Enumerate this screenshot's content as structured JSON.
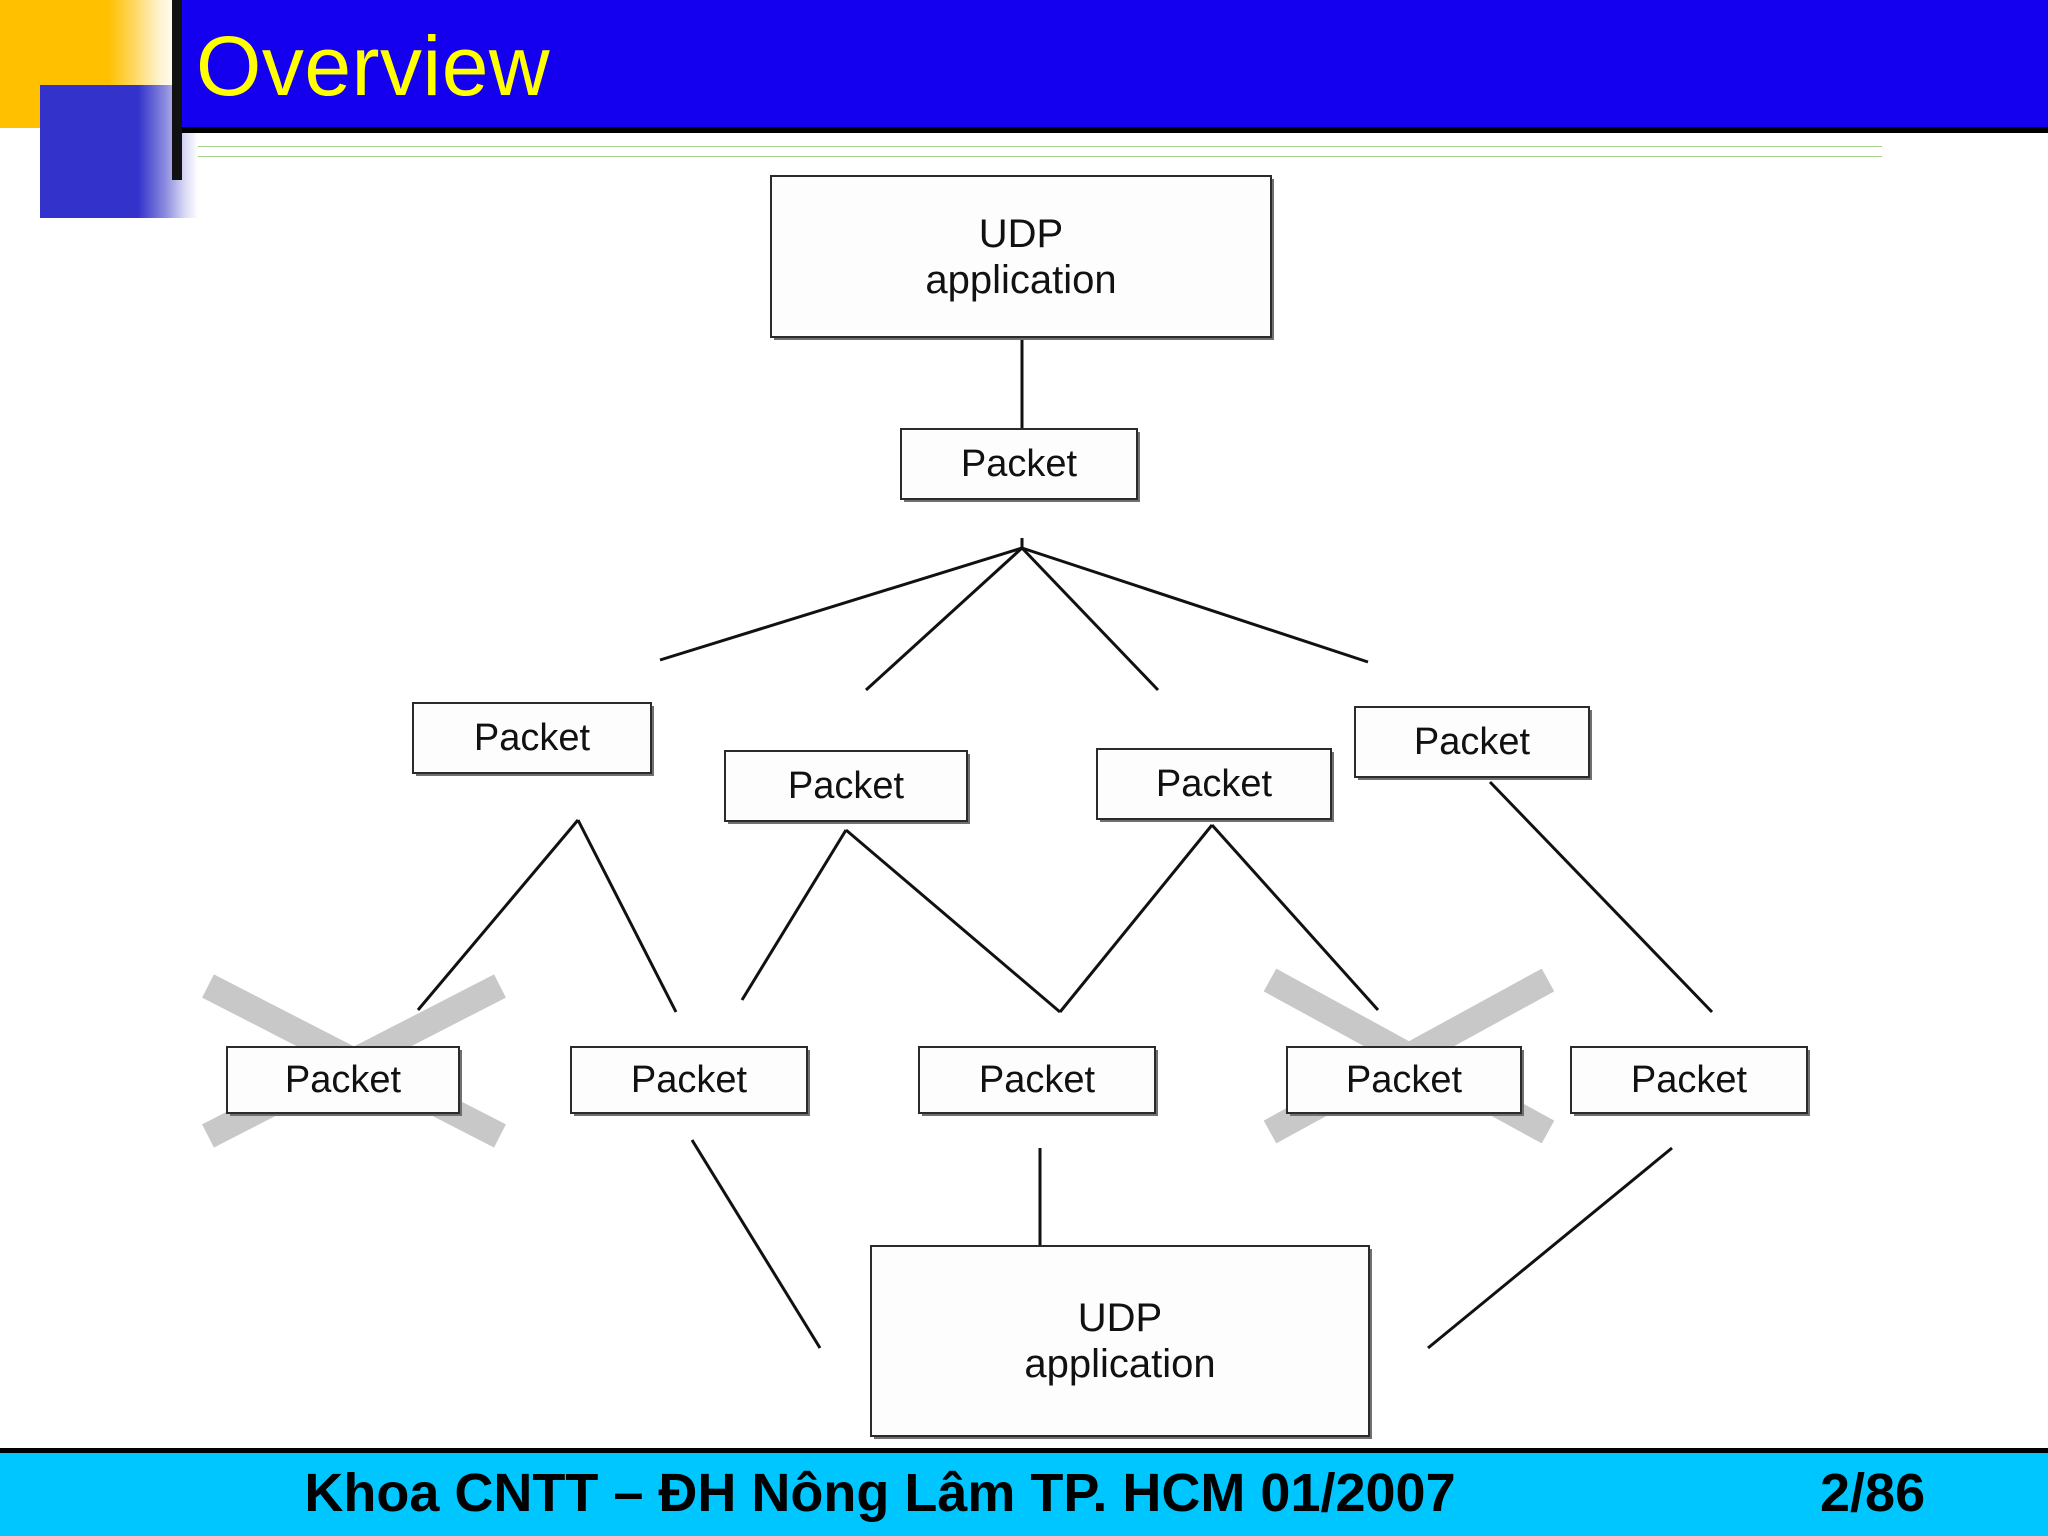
{
  "slide": {
    "title": "Overview",
    "title_color": "#FFFF00",
    "header_color": "#1400EE",
    "footer_color": "#00C6FF"
  },
  "footer": {
    "text": "Khoa CNTT – ĐH Nông Lâm TP. HCM 01/2007",
    "page": "2/86"
  },
  "diagram": {
    "type": "tree",
    "description": "UDP packet fan-out and loss diagram",
    "nodes": [
      {
        "id": "src-app",
        "label": "UDP\napplication",
        "line1": "UDP",
        "line2": "application",
        "row": 0
      },
      {
        "id": "pkt-top",
        "label": "Packet",
        "row": 1
      },
      {
        "id": "pkt-m1",
        "label": "Packet",
        "row": 2
      },
      {
        "id": "pkt-m2",
        "label": "Packet",
        "row": 2
      },
      {
        "id": "pkt-m3",
        "label": "Packet",
        "row": 2
      },
      {
        "id": "pkt-m4",
        "label": "Packet",
        "row": 2
      },
      {
        "id": "pkt-b1",
        "label": "Packet",
        "row": 3,
        "lost": true
      },
      {
        "id": "pkt-b2",
        "label": "Packet",
        "row": 3,
        "lost": false
      },
      {
        "id": "pkt-b3",
        "label": "Packet",
        "row": 3,
        "lost": false
      },
      {
        "id": "pkt-b4",
        "label": "Packet",
        "row": 3,
        "lost": true
      },
      {
        "id": "pkt-b5",
        "label": "Packet",
        "row": 3,
        "lost": false
      },
      {
        "id": "dst-app",
        "label": "UDP\napplication",
        "line1": "UDP",
        "line2": "application",
        "row": 4
      }
    ],
    "lost_marker": "x-cross",
    "lost_marker_color": "#C8C8C8",
    "line_color": "#111111"
  },
  "labels": {
    "udp_line1": "UDP",
    "udp_line2": "application",
    "packet": "Packet"
  }
}
